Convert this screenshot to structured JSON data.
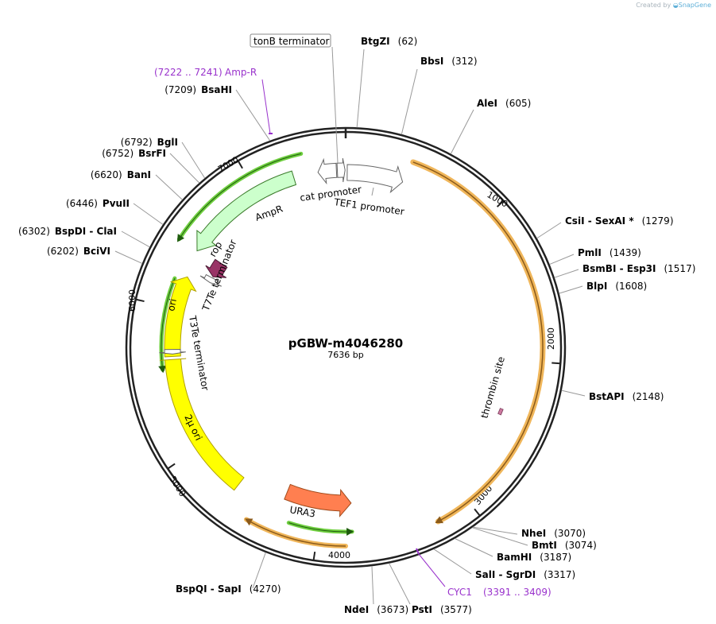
{
  "credit": {
    "prefix": "Created by",
    "brand": "SnapGene"
  },
  "plasmid": {
    "name": "pGBW-m4046280",
    "length": "7636 bp",
    "total_bp": 7636
  },
  "ticks": [
    {
      "bp": 1000,
      "label": "1000"
    },
    {
      "bp": 2000,
      "label": "2000"
    },
    {
      "bp": 3000,
      "label": "3000"
    },
    {
      "bp": 4000,
      "label": "4000"
    },
    {
      "bp": 5000,
      "label": "5000"
    },
    {
      "bp": 6000,
      "label": "6000"
    },
    {
      "bp": 7000,
      "label": "7000"
    }
  ],
  "enzymes": [
    {
      "name": "BtgZI",
      "pos": "(62)",
      "bp": 62
    },
    {
      "name": "BbsI",
      "pos": "(312)",
      "bp": 312
    },
    {
      "name": "AleI",
      "pos": "(605)",
      "bp": 605
    },
    {
      "name": "CsiI  - SexAI *",
      "pos": "(1279)",
      "bp": 1279
    },
    {
      "name": "PmlI",
      "pos": "(1439)",
      "bp": 1439
    },
    {
      "name": "BsmBI  - Esp3I",
      "pos": "(1517)",
      "bp": 1517
    },
    {
      "name": "BlpI",
      "pos": "(1608)",
      "bp": 1608
    },
    {
      "name": "BstAPI",
      "pos": "(2148)",
      "bp": 2148
    },
    {
      "name": "NheI",
      "pos": "(3070)",
      "bp": 3070
    },
    {
      "name": "BmtI",
      "pos": "(3074)",
      "bp": 3074
    },
    {
      "name": "BamHI",
      "pos": "(3187)",
      "bp": 3187
    },
    {
      "name": "SalI  - SgrDI",
      "pos": "(3317)",
      "bp": 3317
    },
    {
      "name": "PstI",
      "pos": "(3577)",
      "bp": 3577
    },
    {
      "name": "NdeI",
      "pos": "(3673)",
      "bp": 3673
    },
    {
      "name": "BspQI  - SapI",
      "pos": "(4270)",
      "bp": 4270
    },
    {
      "name": "BciVI",
      "pos": "(6202)",
      "bp": 6202
    },
    {
      "name": "BspDI  - ClaI",
      "pos": "(6302)",
      "bp": 6302
    },
    {
      "name": "PvuII",
      "pos": "(6446)",
      "bp": 6446
    },
    {
      "name": "BanI",
      "pos": "(6620)",
      "bp": 6620
    },
    {
      "name": "BsrFI",
      "pos": "(6752)",
      "bp": 6752
    },
    {
      "name": "BglI",
      "pos": "(6792)",
      "bp": 6792
    },
    {
      "name": "BsaHI",
      "pos": "(7209)",
      "bp": 7209
    }
  ],
  "feature_labels": {
    "tonB_terminator": "tonB terminator",
    "cat_promoter": "cat promoter",
    "TEF1_promoter": "TEF1 promoter",
    "AmpR": "AmpR",
    "rop": "rop",
    "T7Te_terminator": "T7Te terminator",
    "ori": "ori",
    "T3Te_terminator": "T3Te terminator",
    "two_micron_ori": "2µ ori",
    "URA3": "URA3",
    "thrombin_site": "thrombin site"
  },
  "primer_labels": {
    "amp_r": {
      "range": "(7222 .. 7241)",
      "name": "Amp-R"
    },
    "cyc1": {
      "name": "CYC1",
      "range": "(3391 .. 3409)"
    }
  },
  "colors": {
    "backbone": "#222222",
    "orf_outline": "#f0b65a",
    "orf_line": "#8a5a1a",
    "ori": "#ffff00",
    "ampR_fill": "#ccffcc",
    "ampR_orf": "#3a9a1a",
    "rop": "#993366",
    "URA3": "#ff7f50",
    "primer": "#9932cc",
    "thrombin": "#cc7aa0"
  }
}
